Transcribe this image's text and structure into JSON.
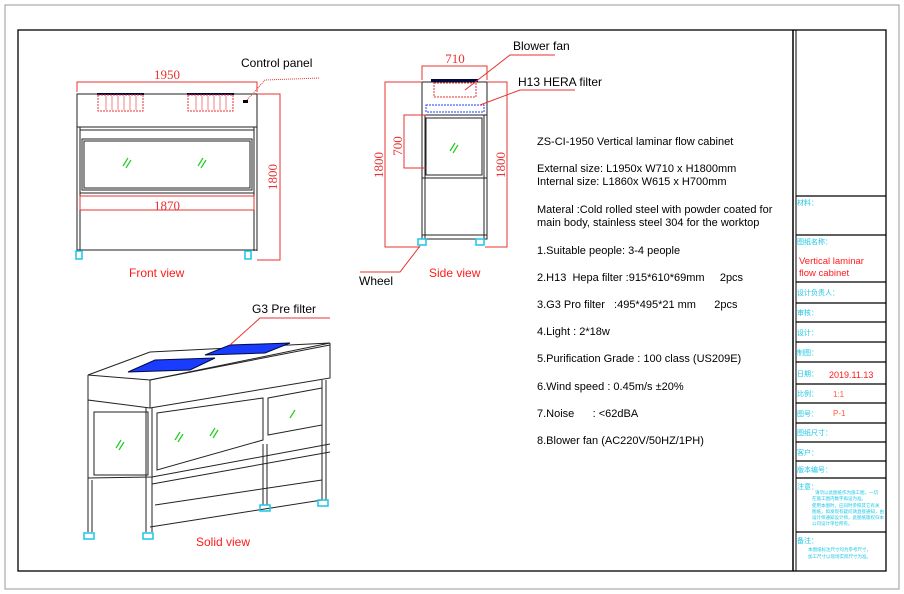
{
  "front_view": {
    "label": "Front view",
    "width_dim": "1950",
    "inner_dim": "1870",
    "height_dim": "1800",
    "control_panel": "Control panel"
  },
  "side_view": {
    "label": "Side view",
    "width_dim": "710",
    "height_left": "1800",
    "height_right": "1800",
    "window_dim": "700",
    "blower_fan": "Blower  fan",
    "hepa_filter": "H13  HERA filter",
    "wheel": "Wheel"
  },
  "solid_view": {
    "label": "Solid view",
    "pre_filter": "G3 Pre  filter"
  },
  "specs": {
    "title": "ZS-CI-1950 Vertical laminar flow cabinet",
    "external": "External size: L1950x W710 x H1800mm",
    "internal": "Internal  size: L1860x W615 x H700mm",
    "material_1": "Materal :Cold rolled steel with powder coated for",
    "material_2": "main body, stainless steel 304 for the worktop",
    "items": [
      "1.Suitable people: 3-4 people",
      "2.H13  Hepa filter :915*610*69mm     2pcs",
      "3.G3 Pro filter   :495*495*21 mm      2pcs",
      "4.Light :  2*18w",
      "5.Purification Grade : 100 class (US209E)",
      "6.Wind speed :  0.45m/s ±20%",
      "7.Noise      : <62dBA",
      "8.Blower  fan (AC220V/50HZ/1PH)"
    ]
  },
  "title_block": {
    "material_label": "材料：",
    "drawing_name_label": "图纸名称：",
    "drawing_name_1": "Vertical laminar",
    "drawing_name_2": "flow cabinet",
    "designer_lead_label": "设计负责人：",
    "review_label": "审核：",
    "design_label": "设计：",
    "drafting_label": "制图：",
    "date_label": "日期：",
    "date": "2019.11.13",
    "scale_label": "比例：",
    "scale": "1:1",
    "drawing_no_label": "图号：",
    "drawing_no": "P-1",
    "paper_size_label": "图纸尺寸：",
    "client_label": "客户：",
    "version_label": "版本编号：",
    "notes_label": "注意：",
    "notes": [
      "请勿以此图纸作为施工图，一切",
      "在施工图内数字再设为准。",
      "使用本图时，应同时参照其它有关",
      "图纸，如发现有疑问请直接通知，由",
      "设计师通知设计师，此图纸版权归本",
      "公司设计单位所有。"
    ],
    "remarks_label": "备注：",
    "remarks": [
      "本图纸标注尺寸均为参考尺寸，",
      "加工尺寸以现场实际尺寸为准。"
    ]
  },
  "colors": {
    "dimension": "#e83030",
    "annotation": "#ff1a1a",
    "cyan": "#19c7e6",
    "filter_blue": "#1a3cff",
    "glass": "#22cc22"
  }
}
